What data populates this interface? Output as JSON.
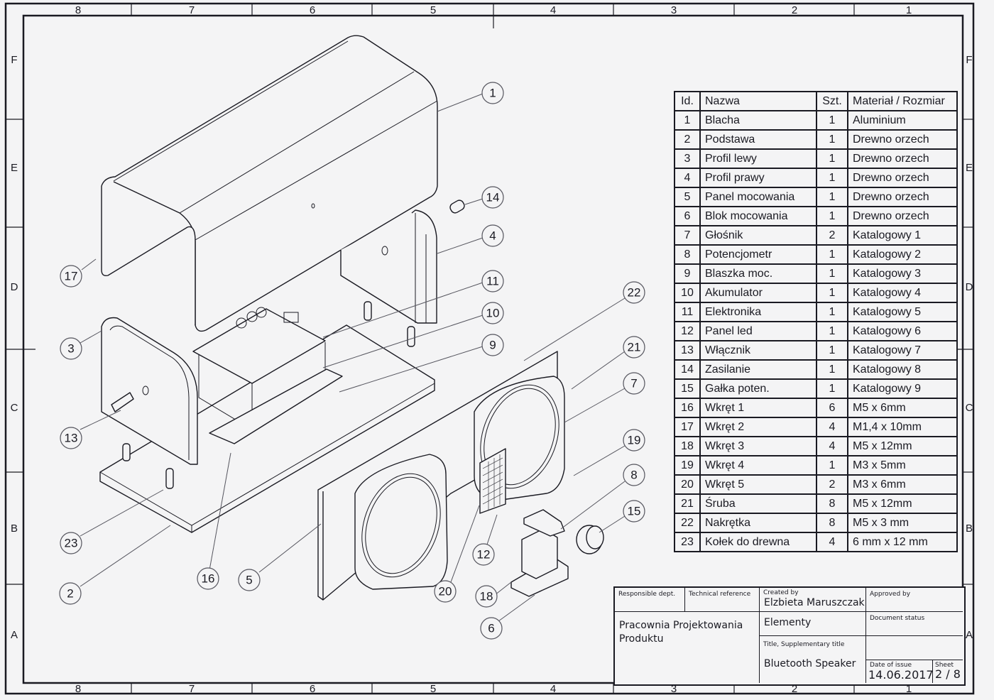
{
  "sheet": {
    "column_zones": [
      "8",
      "7",
      "6",
      "5",
      "4",
      "3",
      "2",
      "1"
    ],
    "row_zones": [
      "F",
      "E",
      "D",
      "C",
      "B",
      "A"
    ]
  },
  "bom": {
    "headers": {
      "id": "Id.",
      "name": "Nazwa",
      "qty": "Szt.",
      "material": "Materiał / Rozmiar"
    },
    "rows": [
      {
        "id": "1",
        "name": "Blacha",
        "qty": "1",
        "material": "Aluminium"
      },
      {
        "id": "2",
        "name": "Podstawa",
        "qty": "1",
        "material": "Drewno orzech"
      },
      {
        "id": "3",
        "name": "Profil lewy",
        "qty": "1",
        "material": "Drewno orzech"
      },
      {
        "id": "4",
        "name": "Profil prawy",
        "qty": "1",
        "material": "Drewno orzech"
      },
      {
        "id": "5",
        "name": "Panel mocowania",
        "qty": "1",
        "material": "Drewno orzech"
      },
      {
        "id": "6",
        "name": "Blok mocowania",
        "qty": "1",
        "material": "Drewno orzech"
      },
      {
        "id": "7",
        "name": "Głośnik",
        "qty": "2",
        "material": "Katalogowy 1"
      },
      {
        "id": "8",
        "name": "Potencjometr",
        "qty": "1",
        "material": "Katalogowy 2"
      },
      {
        "id": "9",
        "name": "Blaszka moc.",
        "qty": "1",
        "material": "Katalogowy 3"
      },
      {
        "id": "10",
        "name": "Akumulator",
        "qty": "1",
        "material": "Katalogowy 4"
      },
      {
        "id": "11",
        "name": "Elektronika",
        "qty": "1",
        "material": "Katalogowy 5"
      },
      {
        "id": "12",
        "name": "Panel led",
        "qty": "1",
        "material": "Katalogowy 6"
      },
      {
        "id": "13",
        "name": "Włącznik",
        "qty": "1",
        "material": "Katalogowy 7"
      },
      {
        "id": "14",
        "name": "Zasilanie",
        "qty": "1",
        "material": "Katalogowy 8"
      },
      {
        "id": "15",
        "name": "Gałka poten.",
        "qty": "1",
        "material": "Katalogowy 9"
      },
      {
        "id": "16",
        "name": "Wkręt 1",
        "qty": "6",
        "material": "M5 x 6mm"
      },
      {
        "id": "17",
        "name": "Wkręt 2",
        "qty": "4",
        "material": "M1,4 x 10mm"
      },
      {
        "id": "18",
        "name": "Wkręt 3",
        "qty": "4",
        "material": "M5 x 12mm"
      },
      {
        "id": "19",
        "name": "Wkręt 4",
        "qty": "1",
        "material": "M3 x 5mm"
      },
      {
        "id": "20",
        "name": "Wkręt 5",
        "qty": "2",
        "material": "M3 x 6mm"
      },
      {
        "id": "21",
        "name": "Śruba",
        "qty": "8",
        "material": "M5 x 12mm"
      },
      {
        "id": "22",
        "name": "Nakrętka",
        "qty": "8",
        "material": "M5 x 3 mm"
      },
      {
        "id": "23",
        "name": "Kołek do drewna",
        "qty": "4",
        "material": "6 mm x 12 mm"
      }
    ]
  },
  "title_block": {
    "responsible_dept_label": "Responsible dept.",
    "technical_reference_label": "Technical reference",
    "created_by_label": "Created by",
    "created_by": "Elzbieta Maruszczak",
    "approved_by_label": "Approved by",
    "organization": "Pracownia Projektowania Produktu",
    "document_type": "Elementy",
    "document_status_label": "Document status",
    "title_label": "Title, Supplementary title",
    "title": "Bluetooth Speaker",
    "date_label": "Date of issue",
    "date": "14.06.2017",
    "sheet_label": "Sheet",
    "sheet": "2 / 8"
  },
  "callouts": [
    "1",
    "2",
    "3",
    "4",
    "5",
    "6",
    "7",
    "8",
    "9",
    "10",
    "11",
    "12",
    "13",
    "14",
    "15",
    "16",
    "17",
    "18",
    "19",
    "20",
    "21",
    "22",
    "23"
  ]
}
